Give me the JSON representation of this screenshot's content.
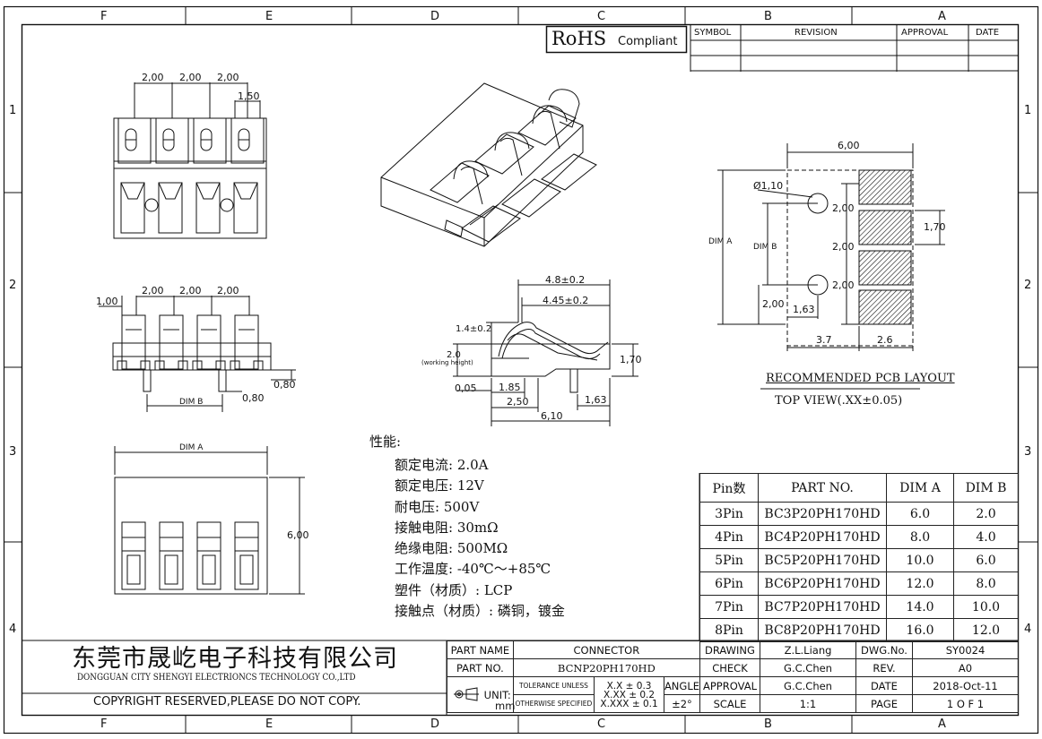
{
  "frame": {
    "columns": [
      "F",
      "E",
      "D",
      "C",
      "B",
      "A"
    ],
    "rows": [
      "1",
      "2",
      "3",
      "4"
    ]
  },
  "rohs": {
    "big": "RoHS",
    "small": "Compliant"
  },
  "revision_block": {
    "headers": [
      "SYMBOL",
      "REVISION",
      "APPROVAL",
      "DATE"
    ]
  },
  "dims": {
    "top_pitch": [
      "2,00",
      "2,00",
      "2,00"
    ],
    "top_width": "1,50",
    "side_left": "1,00",
    "side_pitch": [
      "2,00",
      "2,00",
      "2,00"
    ],
    "side_h1": "0,80",
    "side_h2": "0,80",
    "dim_b": "DIM B",
    "dim_a": "DIM A",
    "front_h": "6,00",
    "prof_48": "4.8±0.2",
    "prof_445": "4.45±0.2",
    "prof_14": "1.4±0.2",
    "prof_20": "2.0",
    "prof_working": "(working height)",
    "prof_170": "1,70",
    "prof_005": "0,05",
    "prof_185": "1.85",
    "prof_250": "2,50",
    "prof_610": "6,10",
    "prof_163": "1,63",
    "pcb_600": "6,00",
    "pcb_hole": "Ø1,10",
    "pcb_200a": "2,00",
    "pcb_200b": "2,00",
    "pcb_200c": "2,00",
    "pcb_200d": "2,00",
    "pcb_170": "1,70",
    "pcb_163": "1,63",
    "pcb_37": "3.7",
    "pcb_26": "2.6",
    "pcb_dima": "DIM A",
    "pcb_dimb": "DIM B"
  },
  "pcb_layout": {
    "title": "RECOMMENDED PCB LAYOUT",
    "subtitle": "TOP VIEW(.XX±0.05)"
  },
  "specs": {
    "title": "性能:",
    "items": [
      "额定电流: 2.0A",
      "额定电压: 12V",
      "耐电压: 500V",
      "接触电阻: 30mΩ",
      "绝缘电阻: 500MΩ",
      "工作温度: -40℃～+85℃",
      "塑件（材质）: LCP",
      "接触点（材质）: 磷铜，镀金"
    ]
  },
  "part_table": {
    "headers": [
      "Pin数",
      "PART NO.",
      "DIM A",
      "DIM B"
    ],
    "rows": [
      [
        "3Pin",
        "BC3P20PH170HD",
        "6.0",
        "2.0"
      ],
      [
        "4Pin",
        "BC4P20PH170HD",
        "8.0",
        "4.0"
      ],
      [
        "5Pin",
        "BC5P20PH170HD",
        "10.0",
        "6.0"
      ],
      [
        "6Pin",
        "BC6P20PH170HD",
        "12.0",
        "8.0"
      ],
      [
        "7Pin",
        "BC7P20PH170HD",
        "14.0",
        "10.0"
      ],
      [
        "8Pin",
        "BC8P20PH170HD",
        "16.0",
        "12.0"
      ]
    ]
  },
  "title_block": {
    "company_cn": "东莞市晟屹电子科技有限公司",
    "company_en": "DONGGUAN CITY SHENGYI ELECTRIONCS TECHNOLOGY CO.,LTD",
    "copyright": "COPYRIGHT RESERVED,PLEASE DO NOT COPY.",
    "part_name_label": "PART NAME",
    "part_name": "CONNECTOR",
    "part_no_label": "PART NO.",
    "part_no": "BCNP20PH170HD",
    "unit_label": "UNIT:",
    "unit": "mm",
    "tol1": "TOLERANCE UNLESS",
    "tol2": "OTHERWISE SPECIFIED",
    "tx1": "X.X ± 0.3",
    "tx2": "X.XX ± 0.2",
    "tx3": "X.XXX ± 0.1",
    "angle_label": "ANGLE",
    "angle": "±2°",
    "drawing_label": "DRAWING",
    "drawing": "Z.L.Liang",
    "check_label": "CHECK",
    "check": "G.C.Chen",
    "approval_label": "APPROVAL",
    "approval": "G.C.Chen",
    "scale_label": "SCALE",
    "scale": "1:1",
    "dwg_label": "DWG.No.",
    "dwg": "SY0024",
    "rev_label": "REV.",
    "rev": "A0",
    "date_label": "DATE",
    "date": "2018-Oct-11",
    "page_label": "PAGE",
    "page": "1 O F 1"
  }
}
